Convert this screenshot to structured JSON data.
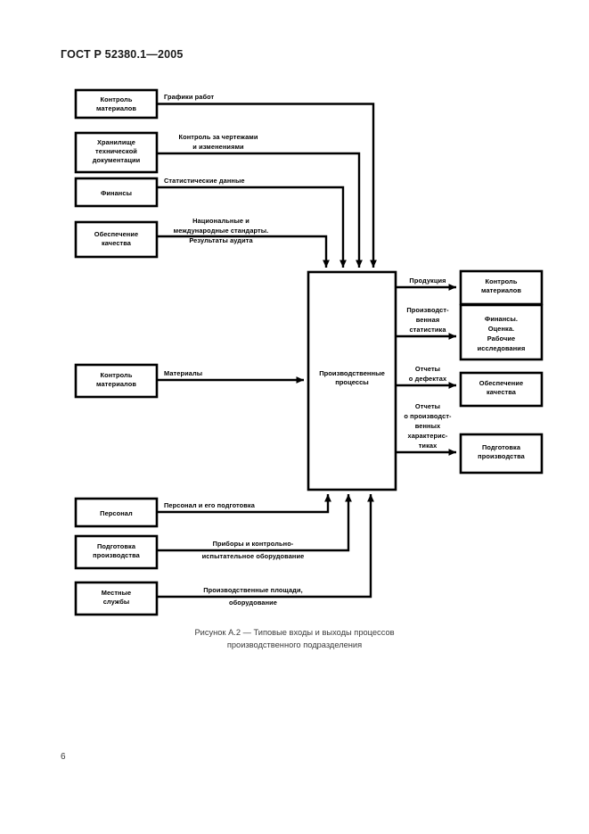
{
  "document": {
    "header": "ГОСТ Р 52380.1—2005",
    "page_number": "6"
  },
  "figure": {
    "caption_line1": "Рисунок А.2 — Типовые входы и выходы процессов",
    "caption_line2": "производственного подразделения",
    "central_process": {
      "line1": "Производственные",
      "line2": "процессы"
    },
    "inputs_top": [
      {
        "source_line1": "Контроль",
        "source_line2": "материалов",
        "flow_line1": "Графики работ",
        "flow_line2": "",
        "flow_line3": ""
      },
      {
        "source_line1": "Хранилище",
        "source_line2": "технической",
        "source_line3": "документации",
        "flow_line1": "Контроль за чертежами",
        "flow_line2": "и изменениями",
        "flow_line3": ""
      },
      {
        "source_line1": "Финансы",
        "source_line2": "",
        "flow_line1": "Статистические данные",
        "flow_line2": "",
        "flow_line3": ""
      },
      {
        "source_line1": "Обеспечение",
        "source_line2": "качества",
        "flow_line1": "Национальные и",
        "flow_line2": "международные стандарты.",
        "flow_line3": "Результаты аудита"
      }
    ],
    "input_left": {
      "source_line1": "Контроль",
      "source_line2": "материалов",
      "flow_line1": "Материалы"
    },
    "inputs_bottom": [
      {
        "source_line1": "Персонал",
        "source_line2": "",
        "flow_line1": "Персонал и его подготовка",
        "flow_line2": ""
      },
      {
        "source_line1": "Подготовка",
        "source_line2": "производства",
        "flow_line1": "Приборы и контрольно-",
        "flow_line2": "испытательное оборудование"
      },
      {
        "source_line1": "Местные",
        "source_line2": "службы",
        "flow_line1": "Производственные площади,",
        "flow_line2": "оборудование"
      }
    ],
    "outputs": [
      {
        "flow_line1": "Продукция",
        "flow_line2": "",
        "flow_line3": "",
        "flow_line4": "",
        "target_line1": "Контроль",
        "target_line2": "материалов",
        "target_line3": "",
        "target_line4": ""
      },
      {
        "flow_line1": "Производст-",
        "flow_line2": "венная",
        "flow_line3": "статистика",
        "flow_line4": "",
        "target_line1": "Финансы.",
        "target_line2": "Оценка.",
        "target_line3": "Рабочие",
        "target_line4": "исследования"
      },
      {
        "flow_line1": "Отчеты",
        "flow_line2": "о дефектах",
        "flow_line3": "",
        "flow_line4": "",
        "target_line1": "Обеспечение",
        "target_line2": "качества",
        "target_line3": "",
        "target_line4": ""
      },
      {
        "flow_line1": "Отчеты",
        "flow_line2": "о производст-",
        "flow_line3": "венных",
        "flow_line4": "характерис-",
        "flow_line5": "тиках",
        "target_line1": "Подготовка",
        "target_line2": "производства",
        "target_line3": "",
        "target_line4": ""
      }
    ]
  }
}
